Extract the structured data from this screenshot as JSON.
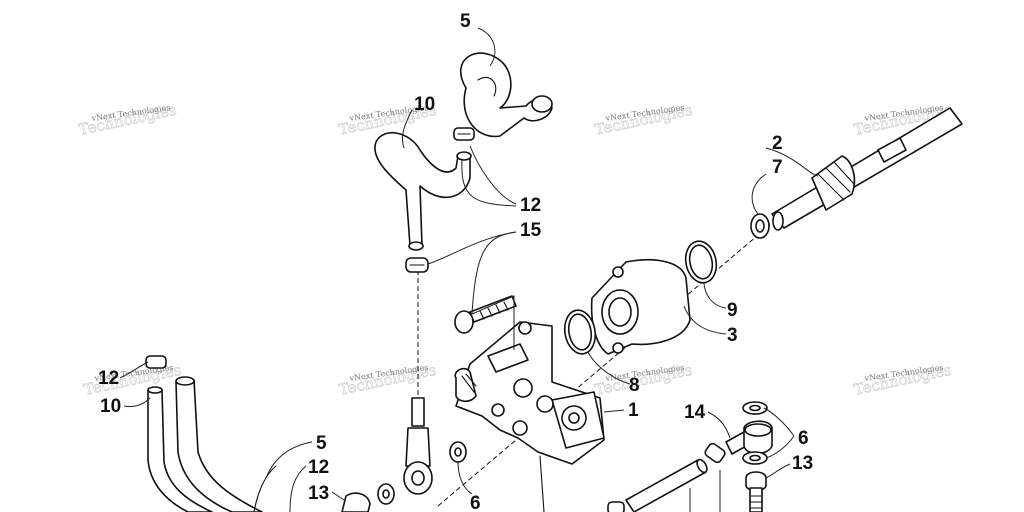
{
  "watermark": "vNext Technologies",
  "callouts": [
    {
      "id": "c5a",
      "label": "5"
    },
    {
      "id": "c10a",
      "label": "10"
    },
    {
      "id": "c2",
      "label": "2"
    },
    {
      "id": "c7",
      "label": "7"
    },
    {
      "id": "c12a",
      "label": "12"
    },
    {
      "id": "c15",
      "label": "15"
    },
    {
      "id": "c9",
      "label": "9"
    },
    {
      "id": "c3",
      "label": "3"
    },
    {
      "id": "c12b",
      "label": "12"
    },
    {
      "id": "c10b",
      "label": "10"
    },
    {
      "id": "c8",
      "label": "8"
    },
    {
      "id": "c1",
      "label": "1"
    },
    {
      "id": "c14",
      "label": "14"
    },
    {
      "id": "c6a",
      "label": "6"
    },
    {
      "id": "c13a",
      "label": "13"
    },
    {
      "id": "c5b",
      "label": "5"
    },
    {
      "id": "c12c",
      "label": "12"
    },
    {
      "id": "c13b",
      "label": "13"
    },
    {
      "id": "c6b",
      "label": "6"
    }
  ]
}
